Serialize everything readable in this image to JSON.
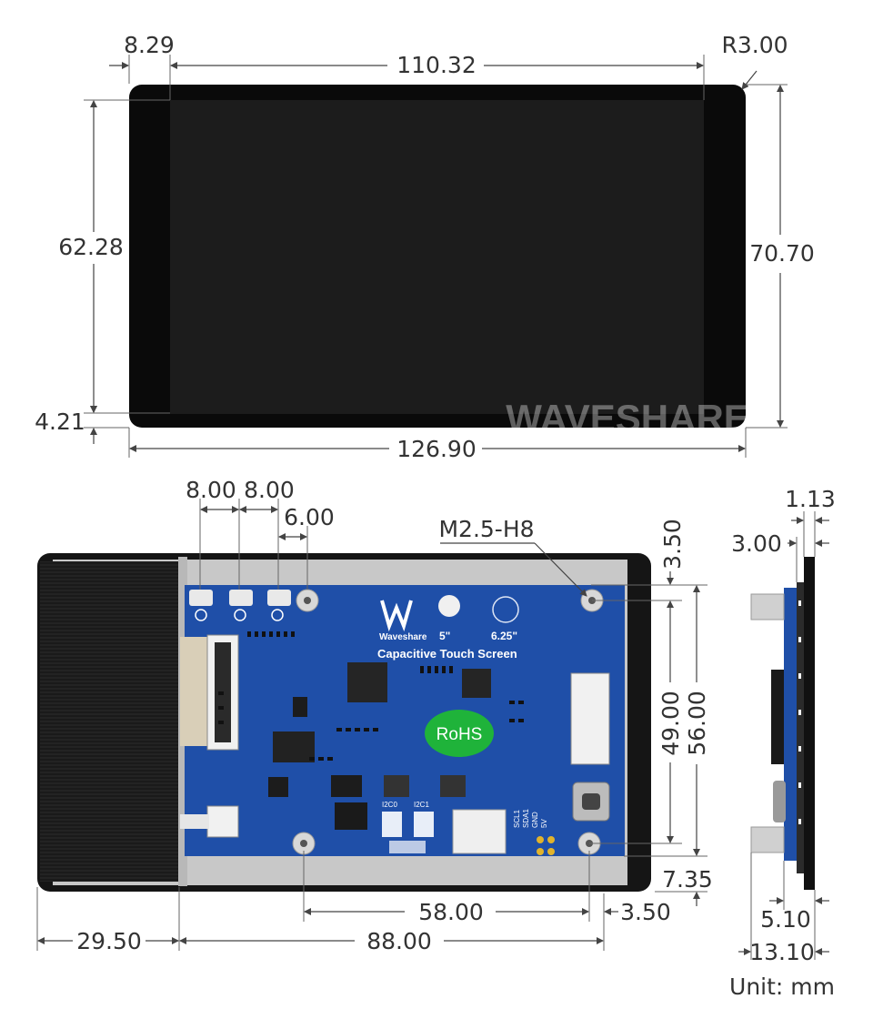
{
  "dimensions": {
    "front_left_bezel": "8.29",
    "front_active_width": "110.32",
    "corner_radius": "R3.00",
    "front_active_height": "62.28",
    "front_outer_height": "70.70",
    "front_bottom_bezel": "4.21",
    "front_outer_width": "126.90",
    "back_spacing_1": "8.00",
    "back_spacing_2": "8.00",
    "back_spacing_3": "6.00",
    "mount_hole": "M2.5-H8",
    "back_top_offset": "3.50",
    "back_hole_vertical": "49.00",
    "back_board_height": "56.00",
    "back_bottom_offset": "7.35",
    "back_hole_horizontal": "58.00",
    "back_right_offset": "3.50",
    "back_left_offset": "29.50",
    "back_board_width": "88.00",
    "side_thickness_1": "1.13",
    "side_thickness_2": "3.00",
    "side_depth_1": "5.10",
    "side_depth_2": "13.10"
  },
  "unit_label": "Unit: mm",
  "watermark": "WAVESHARE",
  "board_labels": {
    "brand": "Waveshare",
    "size_5": "5\"",
    "size_625": "6.25\"",
    "title": "Capacitive Touch Screen",
    "rohs": "RoHS",
    "i2c0": "I2C0",
    "i2c1": "I2C1",
    "pins": [
      "SCL1",
      "SDA1",
      "GND",
      "5V"
    ]
  },
  "colors": {
    "screen": "#0b0b0b",
    "pcb": "#1f4fa8",
    "rohs": "#1fb33a",
    "dim_line": "#444444"
  }
}
